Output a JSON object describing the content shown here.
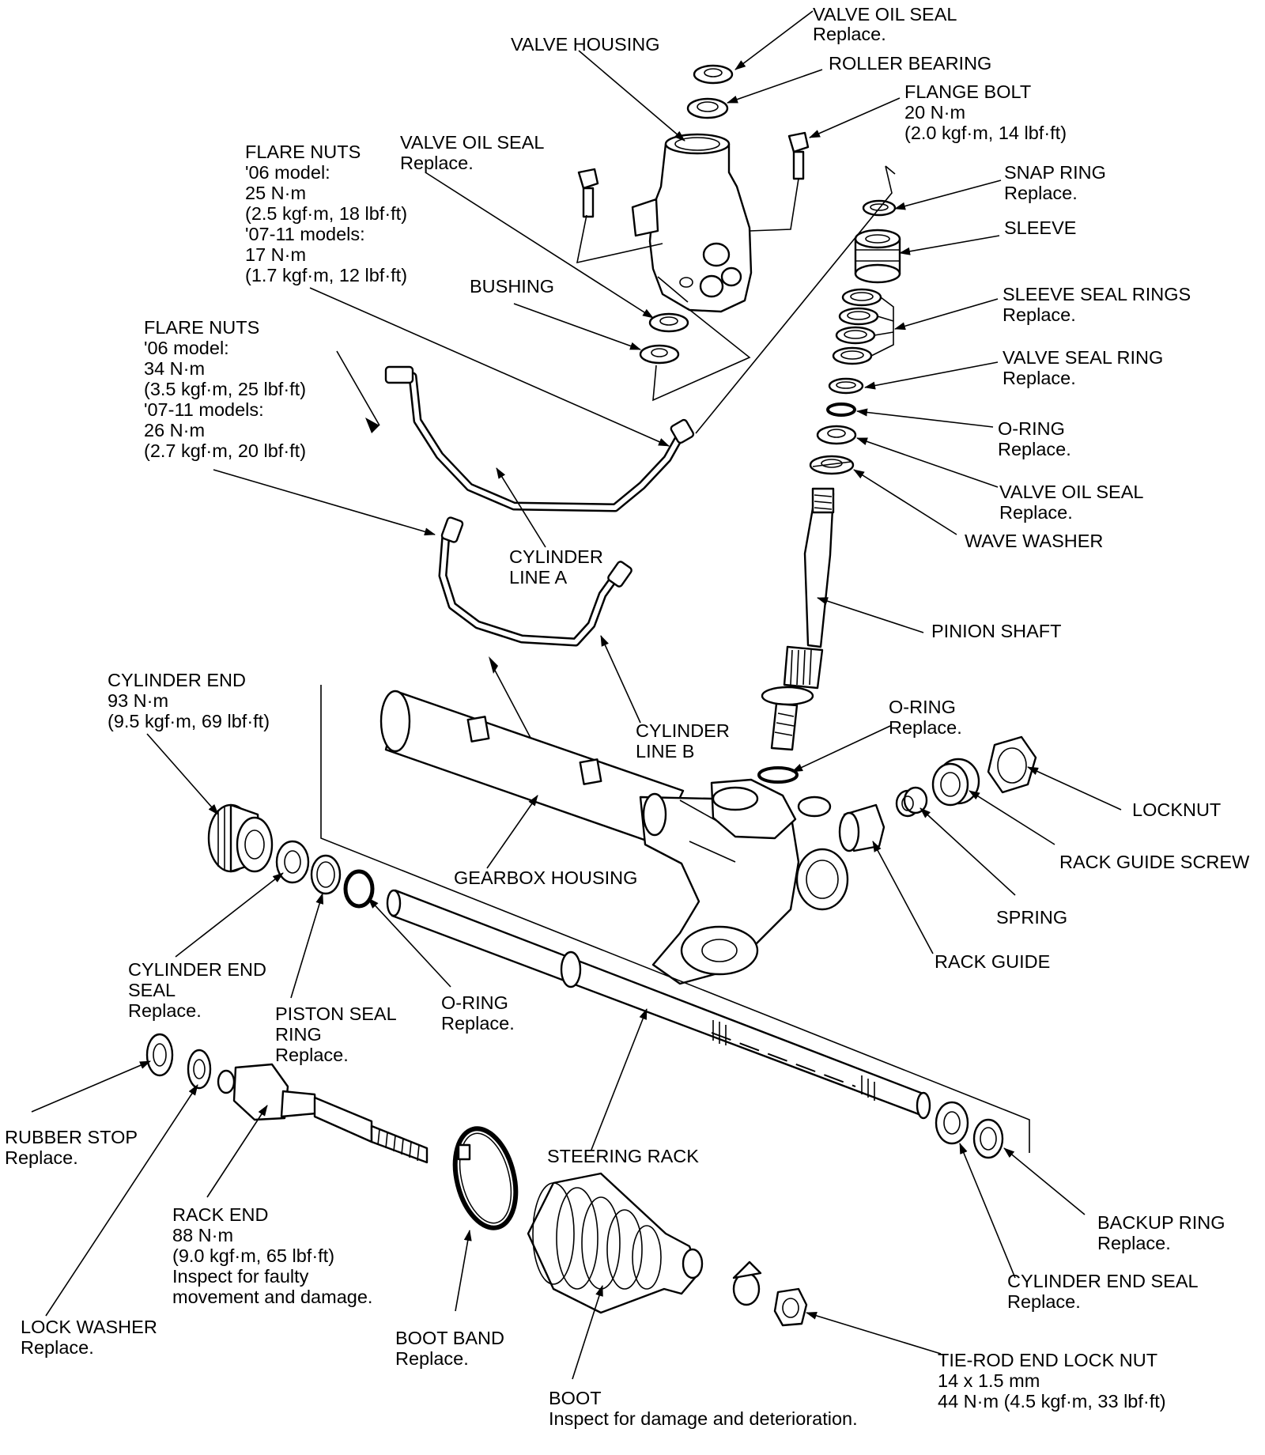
{
  "labels": {
    "valve_oil_seal_top": {
      "line1": "VALVE OIL SEAL",
      "line2": "Replace."
    },
    "valve_housing": {
      "line1": "VALVE HOUSING"
    },
    "roller_bearing": {
      "line1": "ROLLER BEARING"
    },
    "flange_bolt": {
      "line1": "FLANGE BOLT",
      "line2": "20 N·m",
      "line3": "(2.0 kgf·m, 14 lbf·ft)"
    },
    "flare_nuts_upper": {
      "line1": "FLARE NUTS",
      "line2": "'06 model:",
      "line3": "25 N·m",
      "line4": "(2.5 kgf·m, 18 lbf·ft)",
      "line5": "'07-11 models:",
      "line6": "17 N·m",
      "line7": "(1.7 kgf·m, 12 lbf·ft)"
    },
    "valve_oil_seal_mid": {
      "line1": "VALVE OIL SEAL",
      "line2": "Replace."
    },
    "snap_ring": {
      "line1": "SNAP RING",
      "line2": "Replace."
    },
    "sleeve": {
      "line1": "SLEEVE"
    },
    "bushing": {
      "line1": "BUSHING"
    },
    "sleeve_seal_rings": {
      "line1": "SLEEVE SEAL RINGS",
      "line2": "Replace."
    },
    "flare_nuts_lower": {
      "line1": "FLARE NUTS",
      "line2": "'06 model:",
      "line3": "34 N·m",
      "line4": "(3.5 kgf·m, 25 lbf·ft)",
      "line5": "'07-11 models:",
      "line6": "26 N·m",
      "line7": "(2.7 kgf·m, 20 lbf·ft)"
    },
    "valve_seal_ring": {
      "line1": "VALVE SEAL RING",
      "line2": "Replace."
    },
    "o_ring_top": {
      "line1": "O-RING",
      "line2": "Replace."
    },
    "valve_oil_seal_low": {
      "line1": "VALVE OIL SEAL",
      "line2": "Replace."
    },
    "wave_washer": {
      "line1": "WAVE WASHER"
    },
    "cylinder_line_a": {
      "line1": "CYLINDER",
      "line2": "LINE A"
    },
    "pinion_shaft": {
      "line1": "PINION SHAFT"
    },
    "cylinder_end": {
      "line1": "CYLINDER END",
      "line2": "93 N·m",
      "line3": "(9.5 kgf·m, 69 lbf·ft)"
    },
    "o_ring_pinion": {
      "line1": "O-RING",
      "line2": "Replace."
    },
    "cylinder_line_b": {
      "line1": "CYLINDER",
      "line2": "LINE B"
    },
    "locknut": {
      "line1": "LOCKNUT"
    },
    "rack_guide_screw": {
      "line1": "RACK GUIDE SCREW"
    },
    "gearbox_housing": {
      "line1": "GEARBOX HOUSING"
    },
    "spring": {
      "line1": "SPRING"
    },
    "rack_guide": {
      "line1": "RACK GUIDE"
    },
    "cylinder_end_seal_left": {
      "line1": "CYLINDER END",
      "line2": "SEAL",
      "line3": "Replace."
    },
    "piston_seal_ring": {
      "line1": "PISTON SEAL",
      "line2": "RING",
      "line3": "Replace."
    },
    "o_ring_rack": {
      "line1": "O-RING",
      "line2": "Replace."
    },
    "rubber_stop": {
      "line1": "RUBBER STOP",
      "line2": "Replace."
    },
    "steering_rack": {
      "line1": "STEERING RACK"
    },
    "rack_end": {
      "line1": "RACK END",
      "line2": "88 N·m",
      "line3": "(9.0 kgf·m, 65 lbf·ft)",
      "line4": "Inspect for faulty",
      "line5": "movement and damage."
    },
    "backup_ring": {
      "line1": "BACKUP RING",
      "line2": "Replace."
    },
    "cylinder_end_seal_right": {
      "line1": "CYLINDER END SEAL",
      "line2": "Replace."
    },
    "lock_washer": {
      "line1": "LOCK WASHER",
      "line2": "Replace."
    },
    "boot_band": {
      "line1": "BOOT BAND",
      "line2": "Replace."
    },
    "tie_rod_end_lock_nut": {
      "line1": "TIE-ROD END LOCK NUT",
      "line2": "14 x 1.5 mm",
      "line3": "44 N·m (4.5 kgf·m, 33 lbf·ft)"
    },
    "boot": {
      "line1": "BOOT",
      "line2": "Inspect for damage and deterioration."
    }
  }
}
